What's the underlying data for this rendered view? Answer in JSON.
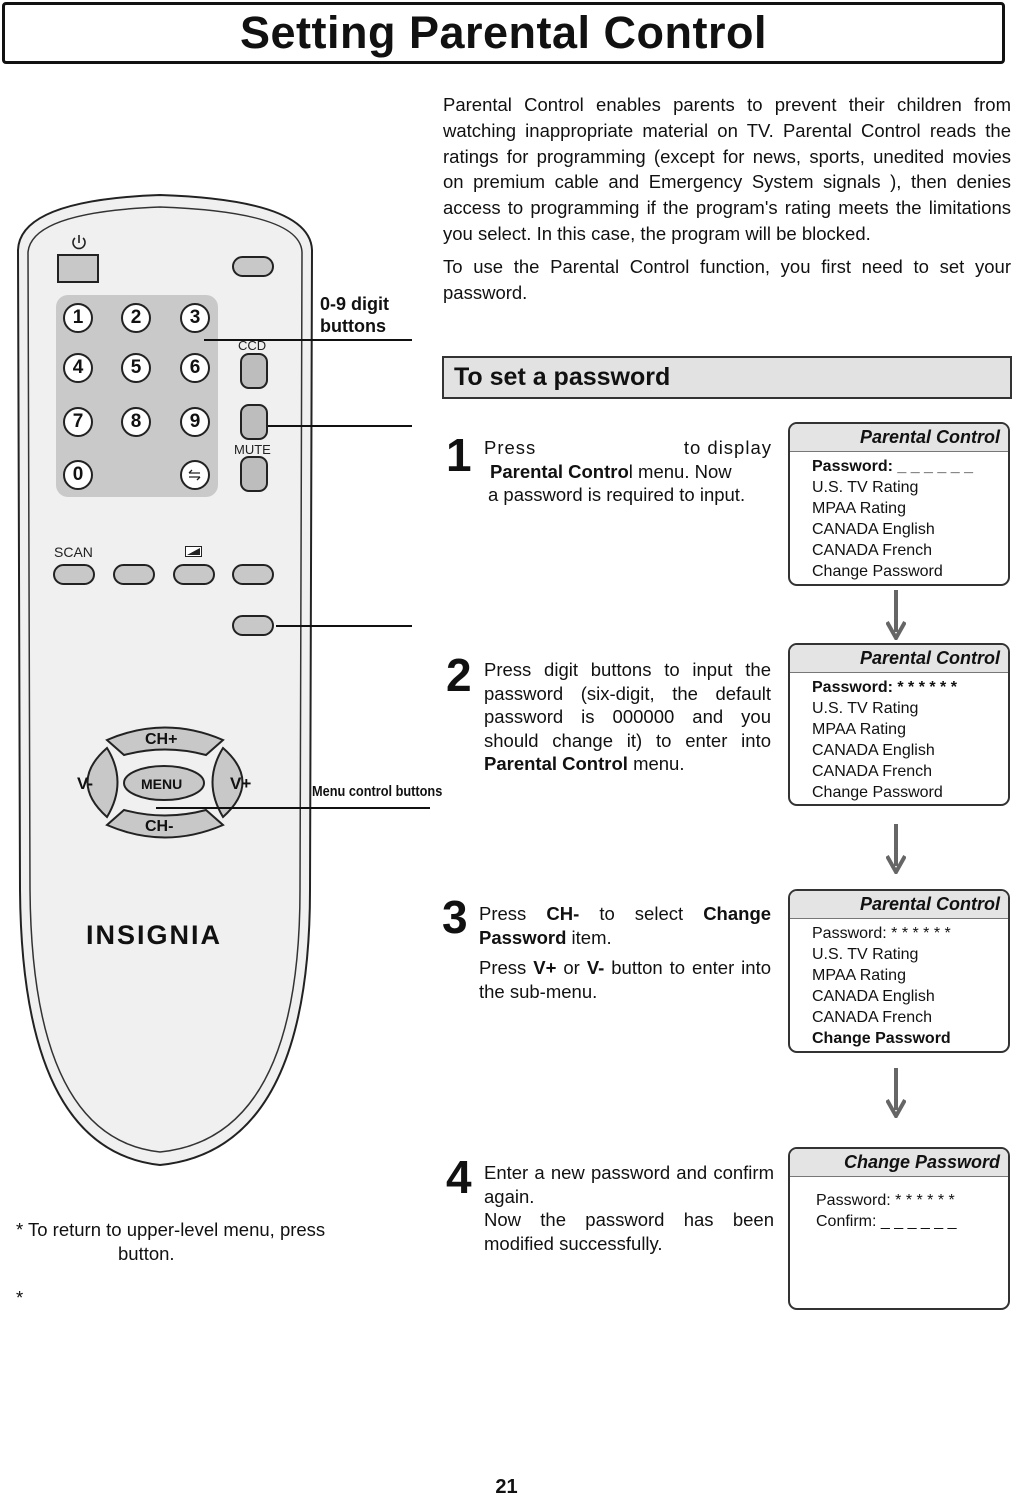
{
  "title": "Setting Parental Control",
  "intro": {
    "p1": "Parental Control enables parents to prevent their children from watching inappropriate material on TV. Parental Control reads the ratings for programming (except for news, sports, unedited movies on premium cable and Emergency System signals ), then denies access to programming if the program's rating meets the limitations you select. In this case, the program will be blocked.",
    "p2": "To use the Parental Control function, you first need to set your password."
  },
  "section_heading": "To set a password",
  "remote": {
    "digits": [
      "1",
      "2",
      "3",
      "4",
      "5",
      "6",
      "7",
      "8",
      "9",
      "0"
    ],
    "ccd": "CCD",
    "mute": "MUTE",
    "scan": "SCAN",
    "ch_plus": "CH+",
    "ch_minus": "CH-",
    "v_minus": "V-",
    "v_plus": "V+",
    "menu": "MENU",
    "brand": "INSIGNIA"
  },
  "callouts": {
    "digits_1": "0-9 digit",
    "digits_2": "buttons",
    "menu_control": "Menu control buttons"
  },
  "steps": [
    {
      "num": "1",
      "a": "Press",
      "b": "to display",
      "c": "Parental Contro",
      "d": "l",
      "e": "menu. Now",
      "f": "a password is required to input."
    },
    {
      "num": "2",
      "a": "Press digit buttons to input the password (six-digit, the default password is 000000 and you should change it) to enter into",
      "b": "Parental Control",
      "c": "menu."
    },
    {
      "num": "3",
      "a": "Press",
      "b": "CH-",
      "c": "to select",
      "d": "Change Password",
      "e": "item.",
      "f": "Press",
      "g": "V+",
      "h": "or",
      "i": "V-",
      "j": "button to enter into the sub-menu."
    },
    {
      "num": "4",
      "a": "Enter a new password and confirm again.",
      "b": "Now the password has been modified successfully."
    }
  ],
  "menus": [
    {
      "title": "Parental Control",
      "rows": [
        "Password: _ _ _ _ _ _",
        "U.S. TV Rating",
        "MPAA Rating",
        "CANADA English",
        "CANADA French",
        "Change Password"
      ]
    },
    {
      "title": "Parental Control",
      "rows": [
        "Password: * * * * * *",
        "U.S. TV Rating",
        "MPAA Rating",
        "CANADA English",
        "CANADA French",
        "Change Password"
      ]
    },
    {
      "title": "Parental Control",
      "rows": [
        "Password: * * * * * *",
        "U.S. TV Rating",
        "MPAA Rating",
        "CANADA English",
        "CANADA French",
        "Change Password"
      ]
    },
    {
      "title": "Change Password",
      "rows": [
        "Password: * * * * * *",
        "Confirm:  _ _ _ _ _ _"
      ]
    }
  ],
  "footer": {
    "note_a": "* To return to upper-level menu, press",
    "note_b": "button.",
    "note_c": "*"
  },
  "page_number": "21"
}
